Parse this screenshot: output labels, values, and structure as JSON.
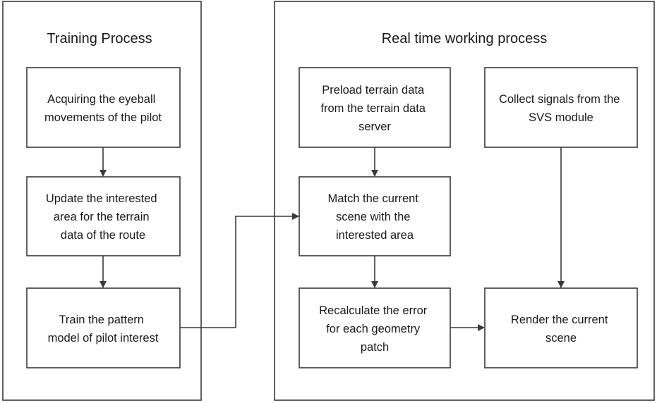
{
  "colors": {
    "stroke": "#3a3a3a",
    "text": "#1a1a1a",
    "background": "#ffffff"
  },
  "panels": {
    "training": {
      "title": "Training Process"
    },
    "realtime": {
      "title": "Real time working process"
    }
  },
  "nodes": {
    "acquire": {
      "lines": [
        "Acquiring the eyeball",
        "movements of the pilot"
      ]
    },
    "update": {
      "lines": [
        "Update the interested",
        "area for the terrain",
        "data of the route"
      ]
    },
    "train": {
      "lines": [
        "Train the pattern",
        "model of pilot interest"
      ]
    },
    "preload": {
      "lines": [
        "Preload terrain data",
        "from the terrain data",
        "server"
      ]
    },
    "collect": {
      "lines": [
        "Collect signals from the",
        "SVS module"
      ]
    },
    "match": {
      "lines": [
        "Match the current",
        "scene with the",
        "interested area"
      ]
    },
    "recalc": {
      "lines": [
        "Recalculate the error",
        "for each geometry",
        "patch"
      ]
    },
    "render": {
      "lines": [
        "Render the current",
        "scene"
      ]
    }
  }
}
